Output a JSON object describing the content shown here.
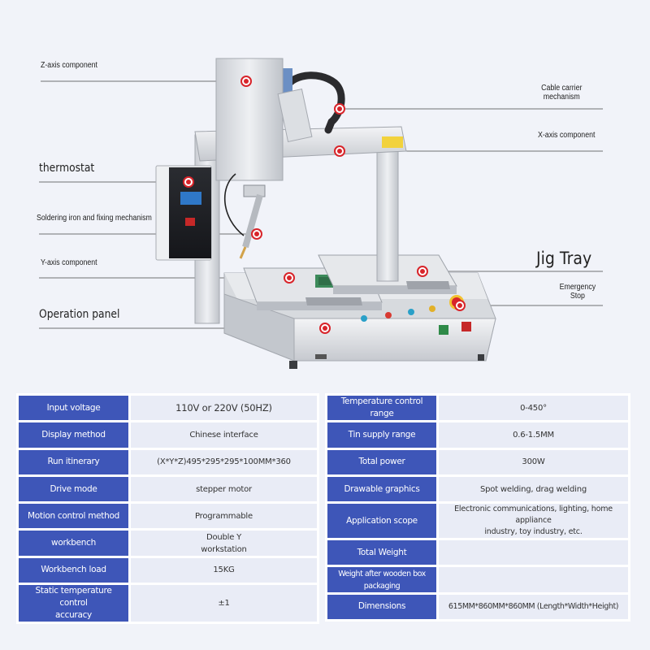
{
  "callouts": {
    "z_axis": "Z-axis component",
    "cable_carrier_1": "Cable carrier",
    "cable_carrier_2": "mechanism",
    "x_axis": "X-axis component",
    "thermostat": "thermostat",
    "soldering_iron": "Soldering iron and fixing mechanism",
    "y_axis": "Y-axis component",
    "jig_tray": "Jig Tray",
    "emergency_1": "Emergency",
    "emergency_2": "Stop",
    "operation_panel": "Operation panel"
  },
  "specs_left": [
    {
      "label": "Input voltage",
      "value": "110V or 220V (50HZ)"
    },
    {
      "label": "Display method",
      "value": "Chinese interface"
    },
    {
      "label": "Run itinerary",
      "value": "(X*Y*Z)495*295*295*100MM*360"
    },
    {
      "label": "Drive mode",
      "value": "stepper motor"
    },
    {
      "label": "Motion control method",
      "value": "Programmable"
    },
    {
      "label": "workbench",
      "value": "Double Y",
      "value2": "workstation"
    },
    {
      "label": "Workbench load",
      "value": "15KG"
    },
    {
      "label": "Static temperature control",
      "label2": "accuracy",
      "value": "±1"
    }
  ],
  "specs_right": [
    {
      "label": "Temperature control range",
      "value": "0-450°"
    },
    {
      "label": "Tin supply range",
      "value": "0.6-1.5MM"
    },
    {
      "label": "Total power",
      "value": "300W"
    },
    {
      "label": "Drawable graphics",
      "value": "Spot welding, drag welding"
    },
    {
      "label": "Application scope",
      "value": "Electronic communications, lighting, home appliance",
      "value2": "industry, toy industry, etc."
    },
    {
      "label": "Total Weight",
      "value": ""
    },
    {
      "label": "Weight after wooden box packaging",
      "value": ""
    },
    {
      "label": "Dimensions",
      "value": "615MM*860MM*860MM (Length*Width*Height)"
    }
  ],
  "colors": {
    "key_background": "#3e56b8",
    "value_background": "#e9ecf6",
    "marker_red": "#d8242a",
    "page_background": "#f1f3f9"
  }
}
